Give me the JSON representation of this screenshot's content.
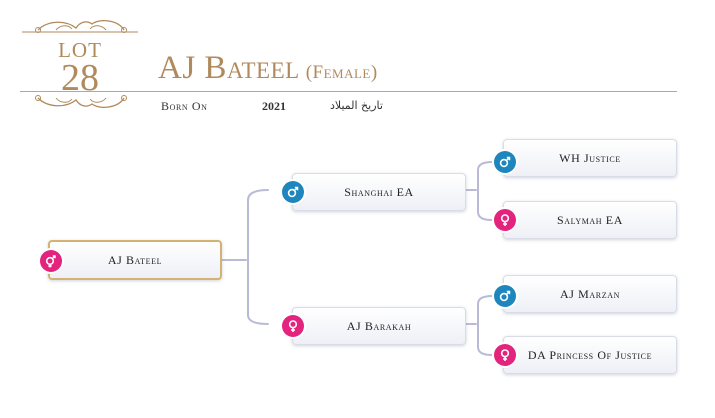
{
  "lot": {
    "label": "LOT",
    "number": "28"
  },
  "horse": {
    "name": "AJ Bateel",
    "sex": "(Female)"
  },
  "born": {
    "label": "Born On",
    "year": "2021",
    "arabic_label": "تاريخ الميلاد"
  },
  "pedigree": {
    "subject": {
      "name": "AJ Bateel",
      "icon": "female-male-icon"
    },
    "sire": {
      "name": "Shanghai EA",
      "icon": "male-icon"
    },
    "dam": {
      "name": "AJ Barakah",
      "icon": "female-icon"
    },
    "sire_sire": {
      "name": "WH Justice",
      "icon": "male-icon"
    },
    "sire_dam": {
      "name": "Salymah EA",
      "icon": "female-icon"
    },
    "dam_sire": {
      "name": "AJ Marzan",
      "icon": "male-icon"
    },
    "dam_dam": {
      "name": "DA Princess Of Justice",
      "icon": "female-icon"
    }
  },
  "colors": {
    "gold": "#b08a5c",
    "male": "#1f86bd",
    "female": "#e3237d",
    "connector": "#b9bbd6"
  }
}
